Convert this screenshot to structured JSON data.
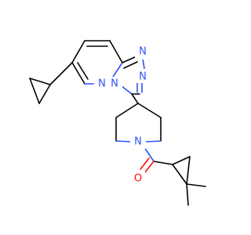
{
  "molecule": {
    "atoms": {
      "n1": "N",
      "n2": "N",
      "n3": "N",
      "n4": "N",
      "n5": "N",
      "o1": "O"
    },
    "colors": {
      "carbon": "#000000",
      "nitrogen": "#3050F8",
      "oxygen": "#FF0D0D",
      "background": "#ffffff"
    }
  }
}
